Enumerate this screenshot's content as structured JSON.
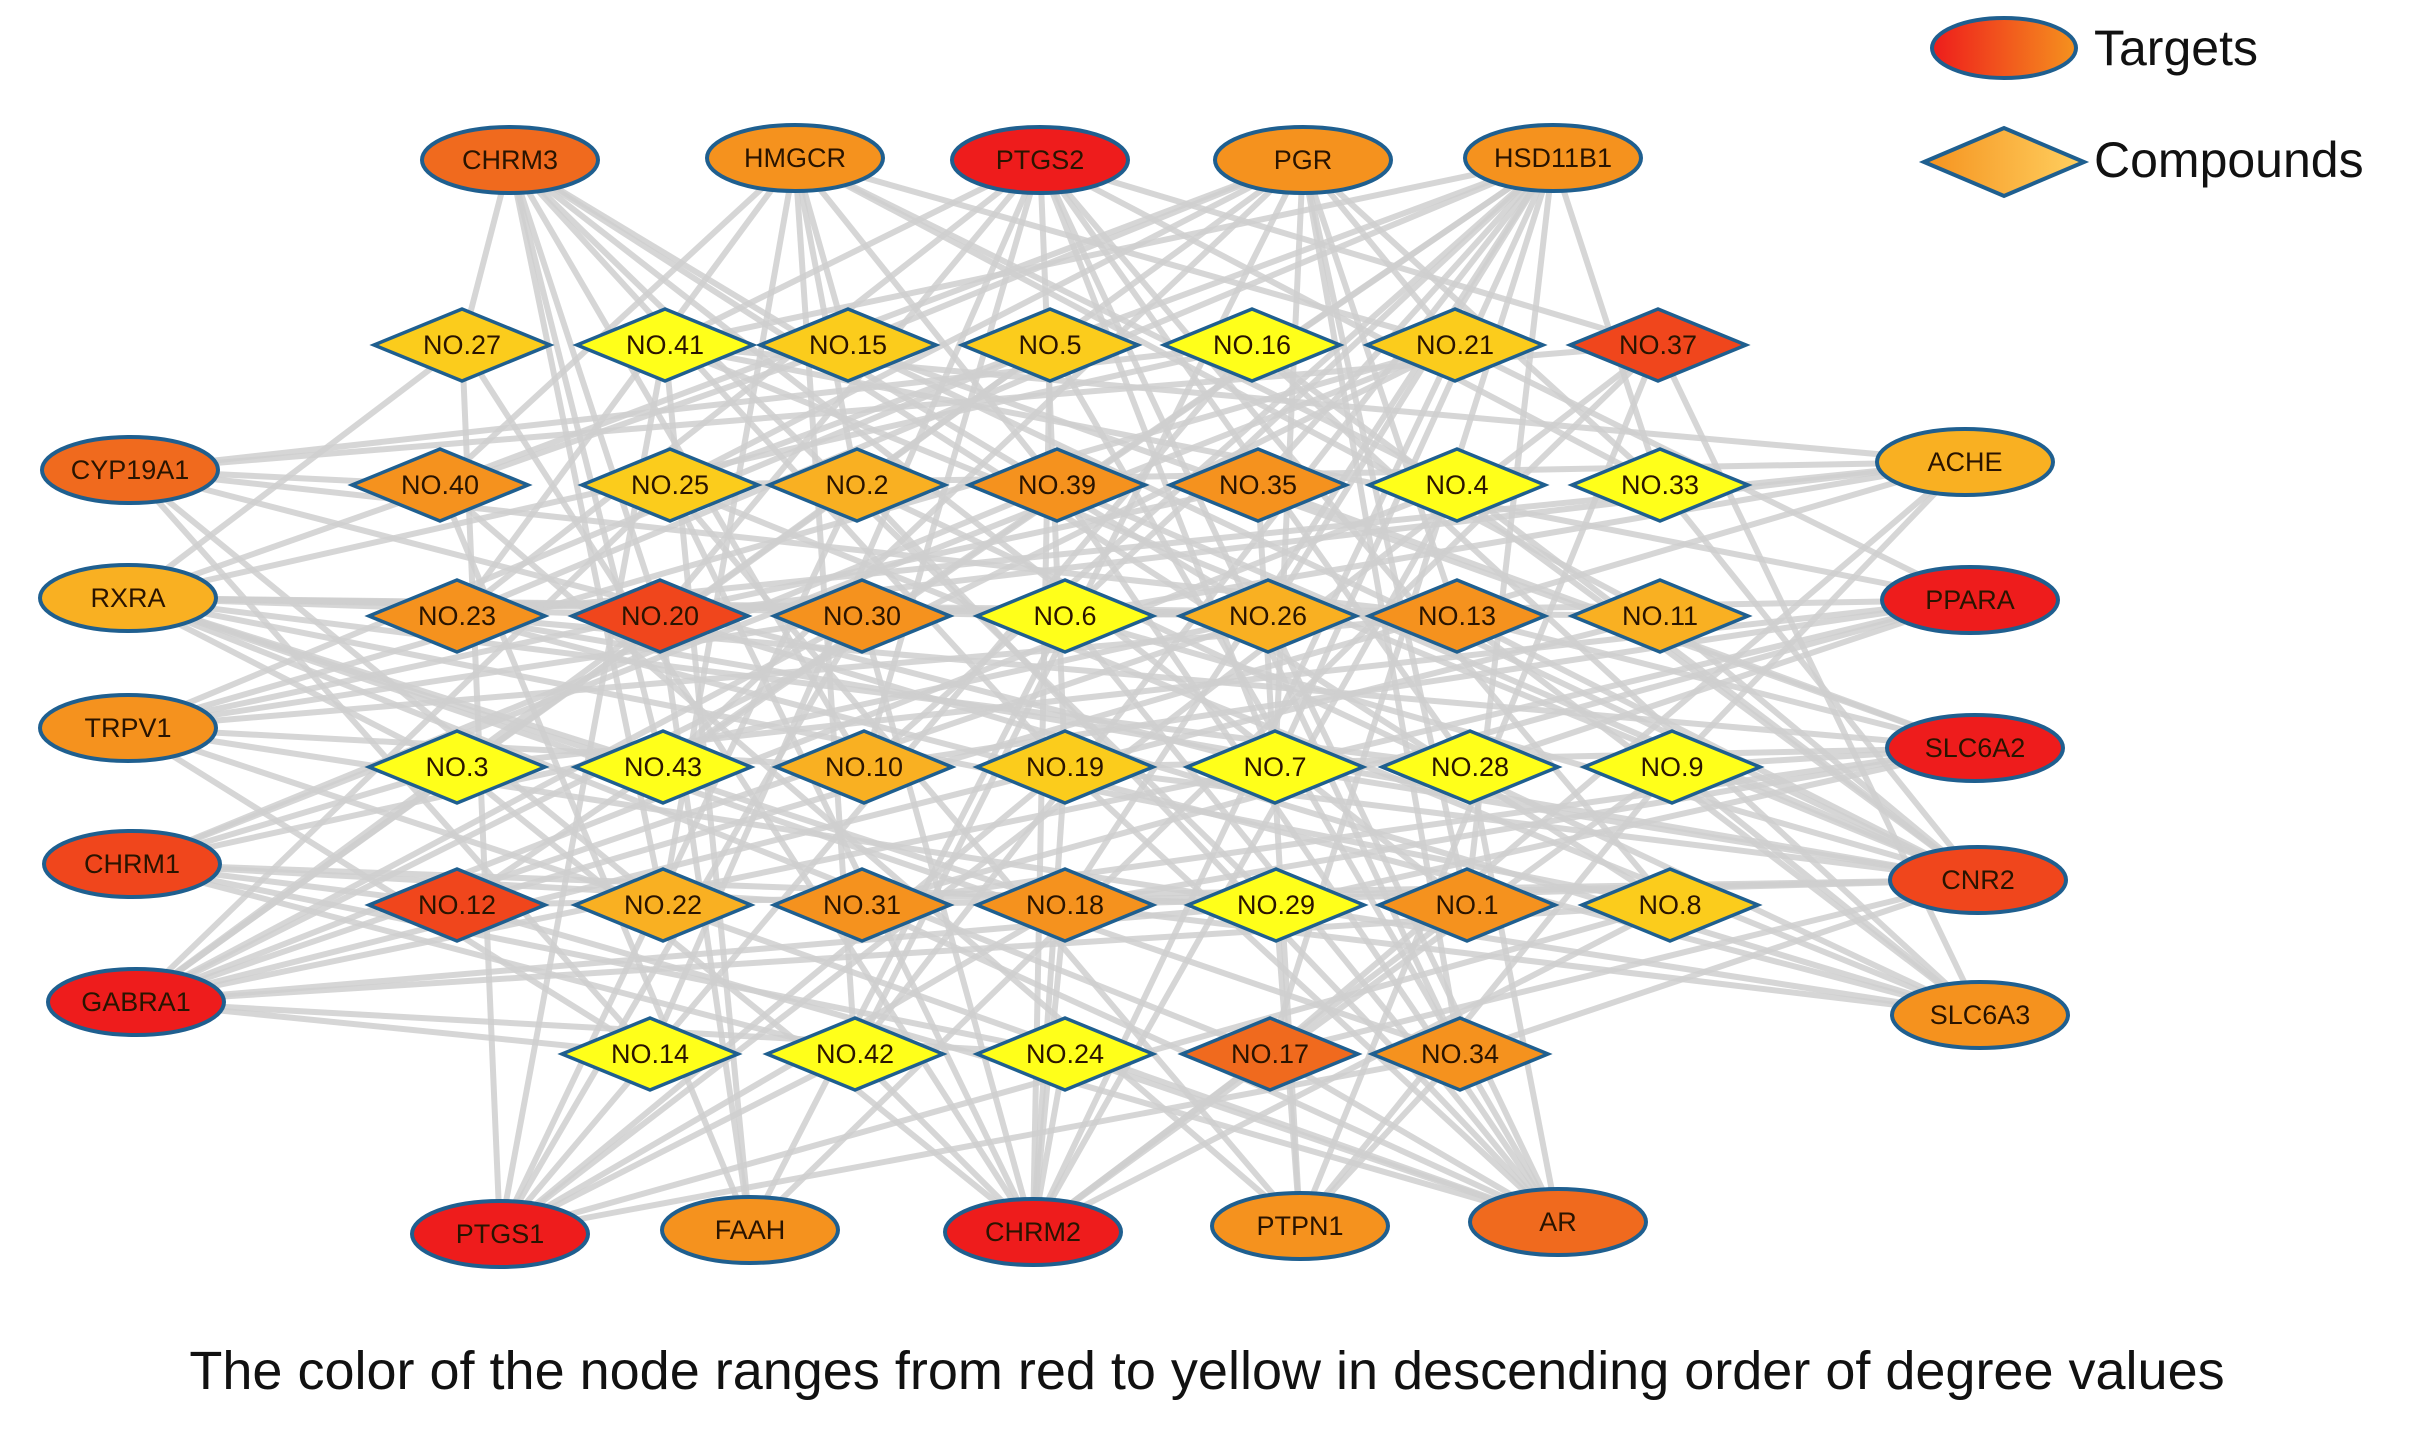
{
  "legend": {
    "targets_label": "Targets",
    "compounds_label": "Compounds"
  },
  "caption": "The color of the node ranges from red to yellow in descending order of degree values",
  "colors": {
    "edge": "#cfcfcf",
    "node_stroke": "#1f5f8f",
    "red": "#ee1c1c",
    "red_orange": "#f0461c",
    "orange_red": "#f06a1e",
    "orange": "#f5921e",
    "light_orange": "#f9b022",
    "yellow_orange": "#fbcc1c",
    "yellow": "#ffff1a"
  },
  "targets": [
    {
      "id": "CHRM3",
      "label": "CHRM3",
      "color": "orange_red"
    },
    {
      "id": "HMGCR",
      "label": "HMGCR",
      "color": "orange"
    },
    {
      "id": "PTGS2",
      "label": "PTGS2",
      "color": "red"
    },
    {
      "id": "PGR",
      "label": "PGR",
      "color": "orange"
    },
    {
      "id": "HSD11B1",
      "label": "HSD11B1",
      "color": "orange"
    },
    {
      "id": "CYP19A1",
      "label": "CYP19A1",
      "color": "orange_red"
    },
    {
      "id": "RXRA",
      "label": "RXRA",
      "color": "light_orange"
    },
    {
      "id": "TRPV1",
      "label": "TRPV1",
      "color": "orange"
    },
    {
      "id": "CHRM1",
      "label": "CHRM1",
      "color": "red_orange"
    },
    {
      "id": "GABRA1",
      "label": "GABRA1",
      "color": "red"
    },
    {
      "id": "ACHE",
      "label": "ACHE",
      "color": "light_orange"
    },
    {
      "id": "PPARA",
      "label": "PPARA",
      "color": "red"
    },
    {
      "id": "SLC6A2",
      "label": "SLC6A2",
      "color": "red"
    },
    {
      "id": "CNR2",
      "label": "CNR2",
      "color": "red_orange"
    },
    {
      "id": "SLC6A3",
      "label": "SLC6A3",
      "color": "orange"
    },
    {
      "id": "PTGS1",
      "label": "PTGS1",
      "color": "red"
    },
    {
      "id": "FAAH",
      "label": "FAAH",
      "color": "orange"
    },
    {
      "id": "CHRM2",
      "label": "CHRM2",
      "color": "red"
    },
    {
      "id": "PTPN1",
      "label": "PTPN1",
      "color": "orange"
    },
    {
      "id": "AR",
      "label": "AR",
      "color": "orange_red"
    }
  ],
  "compounds": [
    {
      "id": "NO.27",
      "label": "NO.27",
      "color": "yellow_orange"
    },
    {
      "id": "NO.41",
      "label": "NO.41",
      "color": "yellow"
    },
    {
      "id": "NO.15",
      "label": "NO.15",
      "color": "yellow_orange"
    },
    {
      "id": "NO.5",
      "label": "NO.5",
      "color": "yellow_orange"
    },
    {
      "id": "NO.16",
      "label": "NO.16",
      "color": "yellow"
    },
    {
      "id": "NO.21",
      "label": "NO.21",
      "color": "yellow_orange"
    },
    {
      "id": "NO.37",
      "label": "NO.37",
      "color": "red_orange"
    },
    {
      "id": "NO.40",
      "label": "NO.40",
      "color": "orange"
    },
    {
      "id": "NO.25",
      "label": "NO.25",
      "color": "yellow_orange"
    },
    {
      "id": "NO.2",
      "label": "NO.2",
      "color": "light_orange"
    },
    {
      "id": "NO.39",
      "label": "NO.39",
      "color": "orange"
    },
    {
      "id": "NO.35",
      "label": "NO.35",
      "color": "orange"
    },
    {
      "id": "NO.4",
      "label": "NO.4",
      "color": "yellow"
    },
    {
      "id": "NO.33",
      "label": "NO.33",
      "color": "yellow"
    },
    {
      "id": "NO.23",
      "label": "NO.23",
      "color": "orange"
    },
    {
      "id": "NO.20",
      "label": "NO.20",
      "color": "red_orange"
    },
    {
      "id": "NO.30",
      "label": "NO.30",
      "color": "orange"
    },
    {
      "id": "NO.6",
      "label": "NO.6",
      "color": "yellow"
    },
    {
      "id": "NO.26",
      "label": "NO.26",
      "color": "light_orange"
    },
    {
      "id": "NO.13",
      "label": "NO.13",
      "color": "orange"
    },
    {
      "id": "NO.11",
      "label": "NO.11",
      "color": "light_orange"
    },
    {
      "id": "NO.3",
      "label": "NO.3",
      "color": "yellow"
    },
    {
      "id": "NO.43",
      "label": "NO.43",
      "color": "yellow"
    },
    {
      "id": "NO.10",
      "label": "NO.10",
      "color": "light_orange"
    },
    {
      "id": "NO.19",
      "label": "NO.19",
      "color": "yellow_orange"
    },
    {
      "id": "NO.7",
      "label": "NO.7",
      "color": "yellow"
    },
    {
      "id": "NO.28",
      "label": "NO.28",
      "color": "yellow"
    },
    {
      "id": "NO.9",
      "label": "NO.9",
      "color": "yellow"
    },
    {
      "id": "NO.12",
      "label": "NO.12",
      "color": "red_orange"
    },
    {
      "id": "NO.22",
      "label": "NO.22",
      "color": "light_orange"
    },
    {
      "id": "NO.31",
      "label": "NO.31",
      "color": "orange"
    },
    {
      "id": "NO.18",
      "label": "NO.18",
      "color": "orange"
    },
    {
      "id": "NO.29",
      "label": "NO.29",
      "color": "yellow"
    },
    {
      "id": "NO.1",
      "label": "NO.1",
      "color": "orange"
    },
    {
      "id": "NO.8",
      "label": "NO.8",
      "color": "yellow_orange"
    },
    {
      "id": "NO.14",
      "label": "NO.14",
      "color": "yellow"
    },
    {
      "id": "NO.42",
      "label": "NO.42",
      "color": "yellow"
    },
    {
      "id": "NO.24",
      "label": "NO.24",
      "color": "yellow"
    },
    {
      "id": "NO.17",
      "label": "NO.17",
      "color": "orange_red"
    },
    {
      "id": "NO.34",
      "label": "NO.34",
      "color": "orange"
    }
  ]
}
